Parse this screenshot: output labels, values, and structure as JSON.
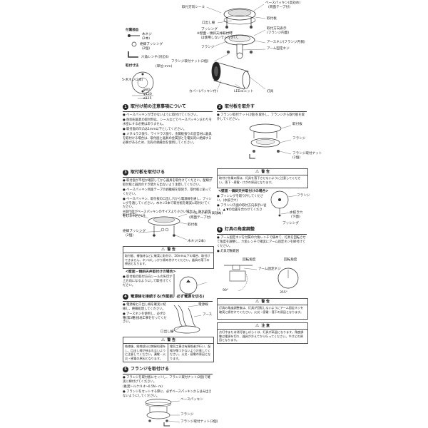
{
  "top": {
    "labels": {
      "mount_seal": "取付方向シール",
      "base_packing": "ベースパッキン(高効め)",
      "base_packing_sub": "(両面テープ付)",
      "mount_plate": "取付板",
      "outlet_frame": "口出し線",
      "bushing": "ブッシング",
      "bushing_note1": "※壁面・傾斜天井取付時",
      "bushing_note2": "は使用しないでください。",
      "mount_direction": "取付方向表示",
      "flange_inner": "(フランジ内面)",
      "flange": "フランジ",
      "earth_screw": "アースネジ(フランジ内側)",
      "arm_screw": "アーム固定ネジ",
      "flange_nut": "フランジ取付ナット(2個)",
      "cover": "カバー(パッキン付)",
      "led_unit": "LEDユニット",
      "fixture": "灯具"
    },
    "accessories": {
      "title": "付属部品",
      "wood_screw": "木ネジ",
      "wood_screw_qty": "(2本)",
      "bushing": "絶縁ブッシング",
      "bushing_qty": "(2個)",
      "hex_wrench": "六角レンチ(対辺4)"
    },
    "dims": {
      "title": "取付寸法",
      "unit": "(単位:mm)",
      "wood_screw": "5-木ネジ(2本)",
      "d1": "φ80",
      "d2": "φ120",
      "d3": "ø115"
    }
  },
  "s1": {
    "num": "1",
    "title": "取付け前の注意事項について",
    "paras": [
      "● ベースパッキンが浮かないように取付けてください。",
      "● 防雨形器具の取付時は、シールなどでベースパッキンまわりを水密にする必要はありません。",
      "● 取付面の凹凸は1mm以下としてください。",
      "● メタルラス張り、ワイヤラス張り、金属板張りの造営材に器具を取付ける場合は、取付面と器具の金属部とを電気的に絶縁する必要があるため、別売の絶縁台を使用してください。"
    ]
  },
  "s2": {
    "num": "2",
    "title": "取付板を取外す",
    "paras": [
      "● フランジ取付ナット(2個)を取外し、フランジから取付板を取外してください。"
    ],
    "labels": {
      "mount_plate": "取付板",
      "flange": "フランジ",
      "flange_nut": "フランジ取付ナット",
      "qty": "(2個)"
    },
    "warn_title": "警 告",
    "warn_body": "取付け作業の際は、灯具を落下させないように注意してください。落下・感電・けがの原因となります。"
  },
  "s3": {
    "num": "3",
    "title": "取付板を取付ける",
    "paras": [
      "● 取付面が平坦か確認してから器具を取付けてください。配線が取付板と器具のすき間から出ないよう注意してください。",
      "● ベースパッキン両面テープの剥離紙を取除き、取付板に貼ってください。",
      "● ベースパッキン、取付板の口出し穴から電源線を通し、ブッシングを通してください。木ネジ2本で取付板を確実に取付けてください。",
      "※取付面がベースパッキンのサイズより小さい場合は、防水処理をしてください。"
    ],
    "labels": {
      "base_packing": "ベースパッキン(高効め)",
      "tape": "(両面テープ付)",
      "mount_seal": "取付方向シール",
      "mount_plate": "取付板",
      "bushing": "絶縁ブッシング",
      "bushing_qty": "(2個)",
      "wood_screw": "木ネジ(2本)"
    },
    "warn_title": "警 告",
    "warn_body": "取付板、補強材などに確実に取付け、20mm以下の場合、取付けできません。ネジはしっかり締め付けてください。器具の落下の原因となります。",
    "wall_head": "<壁面・傾斜天井取付けの場合>",
    "wall_paras": [
      "● 取付板の取付方向シールの矢印が上方向になるようにして取付けてください。"
    ]
  },
  "s4": {
    "num": "4",
    "title": "電源線を接続する(作業前、必ず電源を切る)",
    "paras": [
      "● 電源線と口出し線を確実に結線し、絶縁処理してください。",
      "● アースネジを使用し、必ずD種(第3種)接地工事を行ってください。"
    ],
    "labels": {
      "power": "電源線",
      "earth": "アース",
      "outlet": "口出し線"
    },
    "warn_title": "警 告",
    "warn_left": "結線後、結線部分は絶縁処理をし、口出し線が挟まれないように注意してください。漏電・火災・感電の原因となります。",
    "warn_right": "電気工事は有資格者が行い、配線が傷つかないよう注意してください。火災・感電の原因となります。"
  },
  "s5": {
    "num": "5",
    "title": "フランジを取付ける",
    "paras": [
      "● フランジを取付板にセットし、フランジ取付ナット(2個)で確実に締付けてください。",
      "(推奨トルク:0.4〜0.5N・m)",
      "● フランジをセットする際に、必ずベースパッキンからはみ出さないようにしてください。"
    ],
    "labels": {
      "base_packing": "ベースパッキン",
      "flange": "フランジ",
      "flange_nut": "フランジ取付ナット(2個)"
    }
  },
  "s5b": {
    "head": "<壁面・傾斜天井取付けの場合>",
    "paras": [
      "● ブッシングを取り外してください。(水抜き穴)",
      "● フランジ内面の取付方向表示に従い、▲ ▼の位置を合わせてください。"
    ],
    "labels": {
      "flange": "フランジ",
      "drain": "水抜き穴",
      "bottom": "(下面)",
      "bushing": "ブッシング"
    }
  },
  "s6": {
    "num": "6",
    "title": "灯具の角度調整",
    "paras": [
      "● アーム固定ネジを付属の六角レンチで緩めて、灯具を回転させて角度を調整し、六角レンチで確実にアーム固定ネジを締付けてください。"
    ],
    "range_label": "● 灯具可動範囲",
    "labels": {
      "angle1": "回転角度",
      "angle2": "回転角度",
      "arm_screw": "アーム固定ネジ",
      "deg1": "90°",
      "deg2": "355°"
    },
    "warn_title": "警 告",
    "warn_body": "灯具の角度調整後は、灯具が回転しないようにアーム固定ネジを確実に締付けてください。火災・感電・落下の原因となります。",
    "caution_title": "注 意",
    "caution_body": "点灯中または消灯後しばらくは、灯具が高温になります。角度調整は電源を切り、器具が冷えてから行ってください。やけどの原因となります。"
  }
}
